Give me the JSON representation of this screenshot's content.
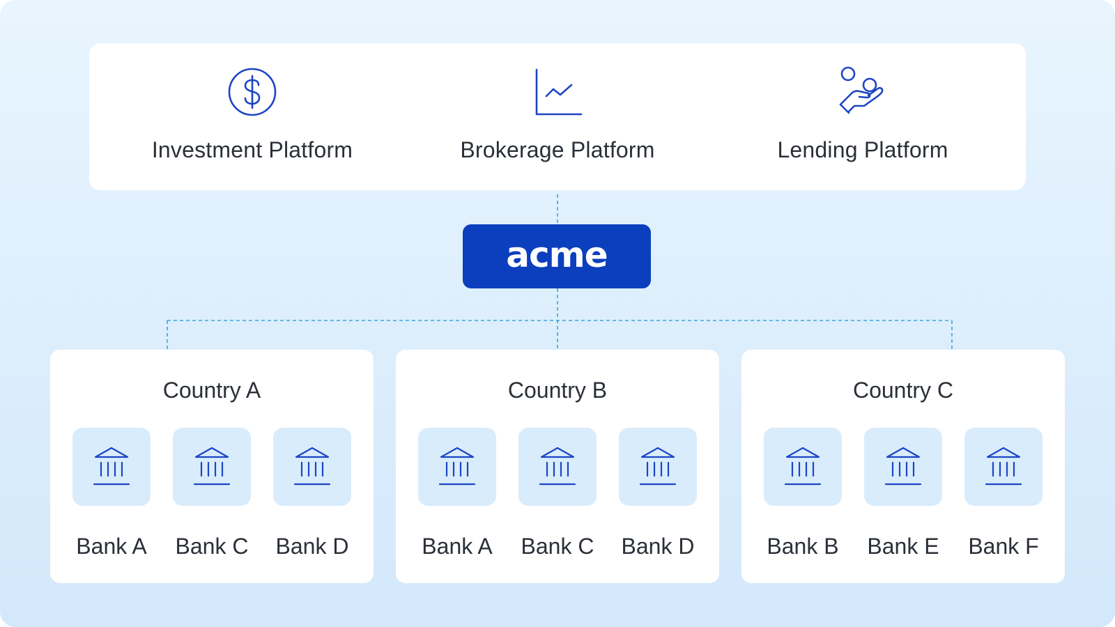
{
  "colors": {
    "background_top": "#e8f5fe",
    "background_bottom": "#d3e8fb",
    "panel": "#ffffff",
    "brand": "#0b3fbd",
    "icon_stroke": "#1c45c4",
    "connector": "#3aa6da",
    "bank_tile": "#d9ecfb",
    "text": "#2a2f38"
  },
  "platforms": [
    {
      "label": "Investment Platform",
      "icon": "dollar-circle-icon"
    },
    {
      "label": "Brokerage Platform",
      "icon": "line-chart-icon"
    },
    {
      "label": "Lending Platform",
      "icon": "hand-coin-icon"
    }
  ],
  "hub": {
    "label": "acme"
  },
  "countries": [
    {
      "name": "Country A",
      "banks": [
        {
          "label": "Bank A",
          "icon": "bank-icon"
        },
        {
          "label": "Bank C",
          "icon": "bank-icon"
        },
        {
          "label": "Bank D",
          "icon": "bank-icon"
        }
      ]
    },
    {
      "name": "Country B",
      "banks": [
        {
          "label": "Bank A",
          "icon": "bank-icon"
        },
        {
          "label": "Bank C",
          "icon": "bank-icon"
        },
        {
          "label": "Bank D",
          "icon": "bank-icon"
        }
      ]
    },
    {
      "name": "Country C",
      "banks": [
        {
          "label": "Bank B",
          "icon": "bank-icon"
        },
        {
          "label": "Bank E",
          "icon": "bank-icon"
        },
        {
          "label": "Bank F",
          "icon": "bank-icon"
        }
      ]
    }
  ]
}
